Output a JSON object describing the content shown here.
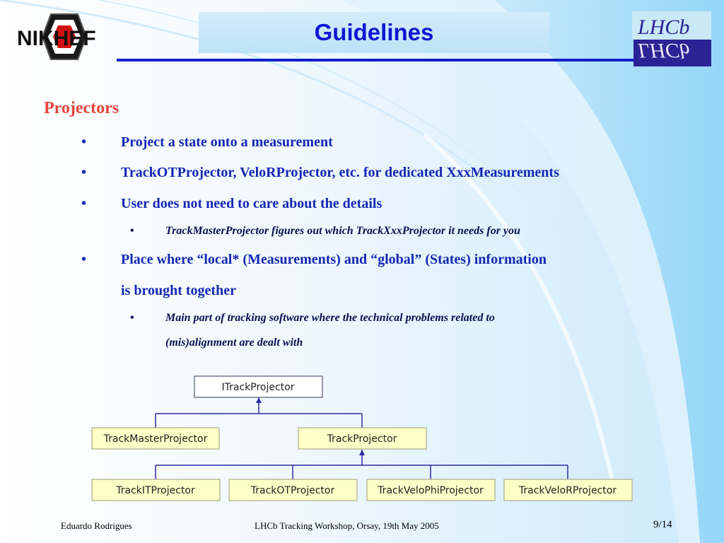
{
  "slide": {
    "title": "Guidelines",
    "heading": "Projectors",
    "bullets": [
      {
        "text": "Project a state onto a measurement"
      },
      {
        "text": "TrackOTProjector, VeloRProjector, etc. for dedicated XxxMeasurements"
      },
      {
        "text": "User does not need to care about the details"
      },
      {
        "text": "TrackMasterProjector figures out which TrackXxxProjector it needs for you"
      },
      {
        "text": "Place where “local* (Measurements) and “global” (States) information",
        "text2": "is brought together"
      },
      {
        "text": "Main part of tracking software where the technical problems related to",
        "text2": "(mis)alignment are dealt with"
      }
    ],
    "bullet_char": "•"
  },
  "logos": {
    "left": {
      "text": "NIKHEF",
      "icon": "nikhef-logo"
    },
    "right": {
      "text_top": "LHCb",
      "text_bottom": "LHCb",
      "icon": "lhcb-logo"
    }
  },
  "diagram": {
    "nodes": [
      {
        "id": "root",
        "label": "ITrackProjector"
      },
      {
        "id": "master",
        "label": "TrackMasterProjector"
      },
      {
        "id": "proj",
        "label": "TrackProjector"
      },
      {
        "id": "it",
        "label": "TrackITProjector"
      },
      {
        "id": "ot",
        "label": "TrackOTProjector"
      },
      {
        "id": "velophi",
        "label": "TrackVeloPhiProjector"
      },
      {
        "id": "velor",
        "label": "TrackVeloRProjector"
      }
    ],
    "edges": [
      {
        "from": "master",
        "to": "root"
      },
      {
        "from": "proj",
        "to": "root"
      },
      {
        "from": "it",
        "to": "proj"
      },
      {
        "from": "ot",
        "to": "proj"
      },
      {
        "from": "velophi",
        "to": "proj"
      },
      {
        "from": "velor",
        "to": "proj"
      }
    ],
    "colors": {
      "root_fill": "#ffffff",
      "child_fill": "#ffffc8",
      "line": "#2a2aa0"
    }
  },
  "footer": {
    "author": "Eduardo Rodrigues",
    "event": "LHCb Tracking Workshop, Orsay, 19th May 2005",
    "page": "9/14"
  },
  "colors": {
    "title_text": "#0d17d3",
    "heading": "#e8453c",
    "bullet_text": "#1327b4",
    "rule": "#1420c8"
  }
}
